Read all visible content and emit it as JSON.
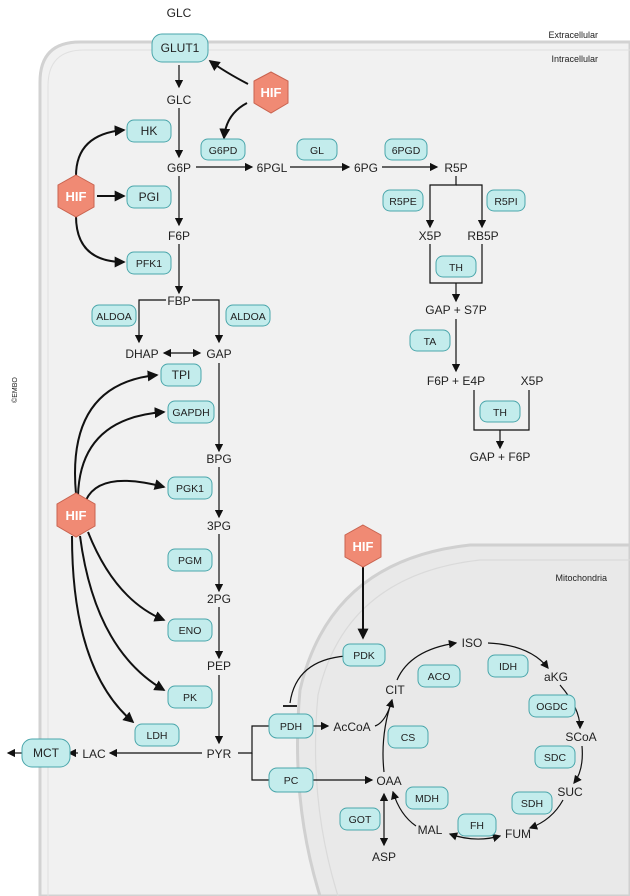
{
  "regions": {
    "extracellular": "Extracellular",
    "intracellular": "Intracellular",
    "mitochondria": "Mitochondria"
  },
  "side_label": "©EMBO",
  "metabolites": {
    "glc_out": "GLC",
    "glc_in": "GLC",
    "g6p": "G6P",
    "pgl6": "6PGL",
    "pg6": "6PG",
    "r5p": "R5P",
    "x5p": "X5P",
    "rb5p": "RB5P",
    "gap_s7p": "GAP + S7P",
    "f6p_e4p": "F6P + E4P",
    "x5p_2": "X5P",
    "gap_f6p": "GAP + F6P",
    "f6p": "F6P",
    "fbp": "FBP",
    "dhap": "DHAP",
    "gap": "GAP",
    "bpg": "BPG",
    "pg3": "3PG",
    "pg2": "2PG",
    "pep": "PEP",
    "pyr": "PYR",
    "lac": "LAC",
    "accoa": "AcCoA",
    "cit": "CIT",
    "iso": "ISO",
    "akg": "aKG",
    "scoa": "SCoA",
    "suc": "SUC",
    "fum": "FUM",
    "mal": "MAL",
    "oaa": "OAA",
    "asp": "ASP"
  },
  "enzymes": {
    "glut1": "GLUT1",
    "g6pd": "G6PD",
    "gl": "GL",
    "pgd6": "6PGD",
    "r5pe": "R5PE",
    "r5pi": "R5PI",
    "th1": "TH",
    "ta": "TA",
    "th2": "TH",
    "hk": "HK",
    "pgi": "PGI",
    "pfk1": "PFK1",
    "aldoa1": "ALDOA",
    "aldoa2": "ALDOA",
    "tpi": "TPI",
    "gapdh": "GAPDH",
    "pgk1": "PGK1",
    "pgm": "PGM",
    "eno": "ENO",
    "pk": "PK",
    "ldh": "LDH",
    "mct": "MCT",
    "pdk": "PDK",
    "pdh": "PDH",
    "pc": "PC",
    "cs": "CS",
    "aco": "ACO",
    "idh": "IDH",
    "ogdc": "OGDC",
    "sdc": "SDC",
    "sdh": "SDH",
    "fh": "FH",
    "mdh": "MDH",
    "got": "GOT"
  },
  "regulators": {
    "hif1": "HIF",
    "hif2": "HIF",
    "hif3": "HIF",
    "hif4": "HIF"
  },
  "colors": {
    "enzyme_fill": "#c3ecec",
    "enzyme_stroke": "#4aa6ab",
    "hif_fill": "#f08a74",
    "hif_stroke": "#c9634f",
    "cell_fill": "#f1f1f1",
    "mito_fill": "#e9e9e9"
  }
}
